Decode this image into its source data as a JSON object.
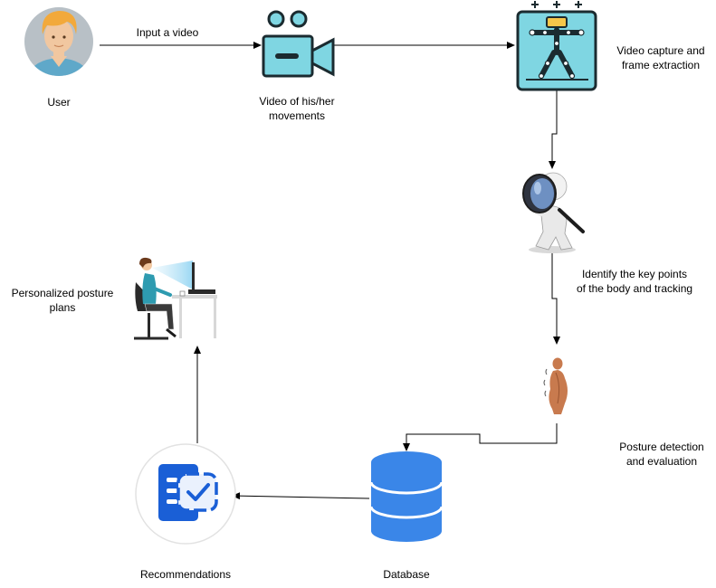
{
  "nodes": {
    "user": {
      "icon": "user-avatar-icon",
      "label": "User"
    },
    "video": {
      "icon": "video-camera-icon",
      "label_line1": "Video of his/her",
      "label_line2": "movements"
    },
    "capture": {
      "icon": "motion-capture-icon",
      "label_line1": "Video capture and",
      "label_line2": "frame extraction"
    },
    "keypoints": {
      "icon": "magnifier-figure-icon",
      "label_line1": "Identify the key points",
      "label_line2": "of the body and tracking"
    },
    "posture": {
      "icon": "mannequin-posture-icon",
      "label_line1": "Posture detection",
      "label_line2": "and evaluation"
    },
    "database": {
      "icon": "database-icon",
      "label": "Database"
    },
    "recommendations": {
      "icon": "recommendation-document-icon",
      "label": "Recommendations"
    },
    "plans": {
      "icon": "person-at-desk-icon",
      "label_line1": "Personalized posture",
      "label_line2": "plans"
    }
  },
  "edges": {
    "input_video": {
      "label": "Input a video"
    }
  },
  "colors": {
    "teal": "#7fd6e2",
    "dark_outline": "#1b2b30",
    "db_blue": "#3a86e8",
    "rec_blue": "#1a5fd6",
    "skin": "#f1c7a0",
    "hair": "#f2a93b",
    "avatar_bg": "#b8c0c6",
    "mannequin": "#c87a4e"
  }
}
